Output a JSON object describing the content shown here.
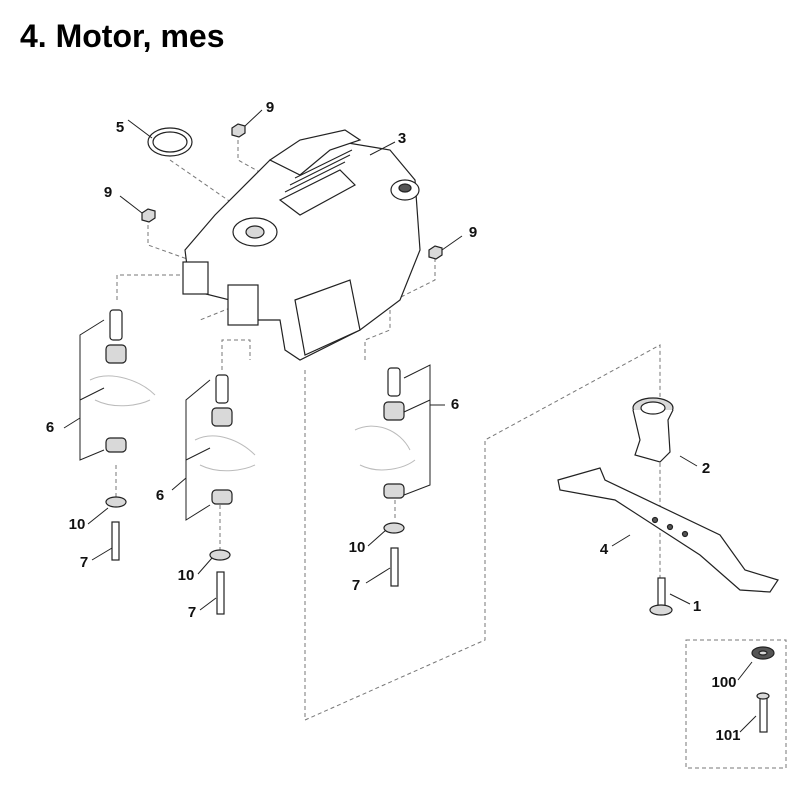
{
  "title": "4. Motor, mes",
  "callouts": {
    "c5": "5",
    "c9a": "9",
    "c3": "3",
    "c9b": "9",
    "c9c": "9",
    "c6a": "6",
    "c6b": "6",
    "c6c": "6",
    "c10a": "10",
    "c7a": "7",
    "c10b": "10",
    "c7b": "7",
    "c10c": "10",
    "c7c": "7",
    "c2": "2",
    "c4": "4",
    "c1": "1",
    "c100": "100",
    "c101": "101"
  }
}
